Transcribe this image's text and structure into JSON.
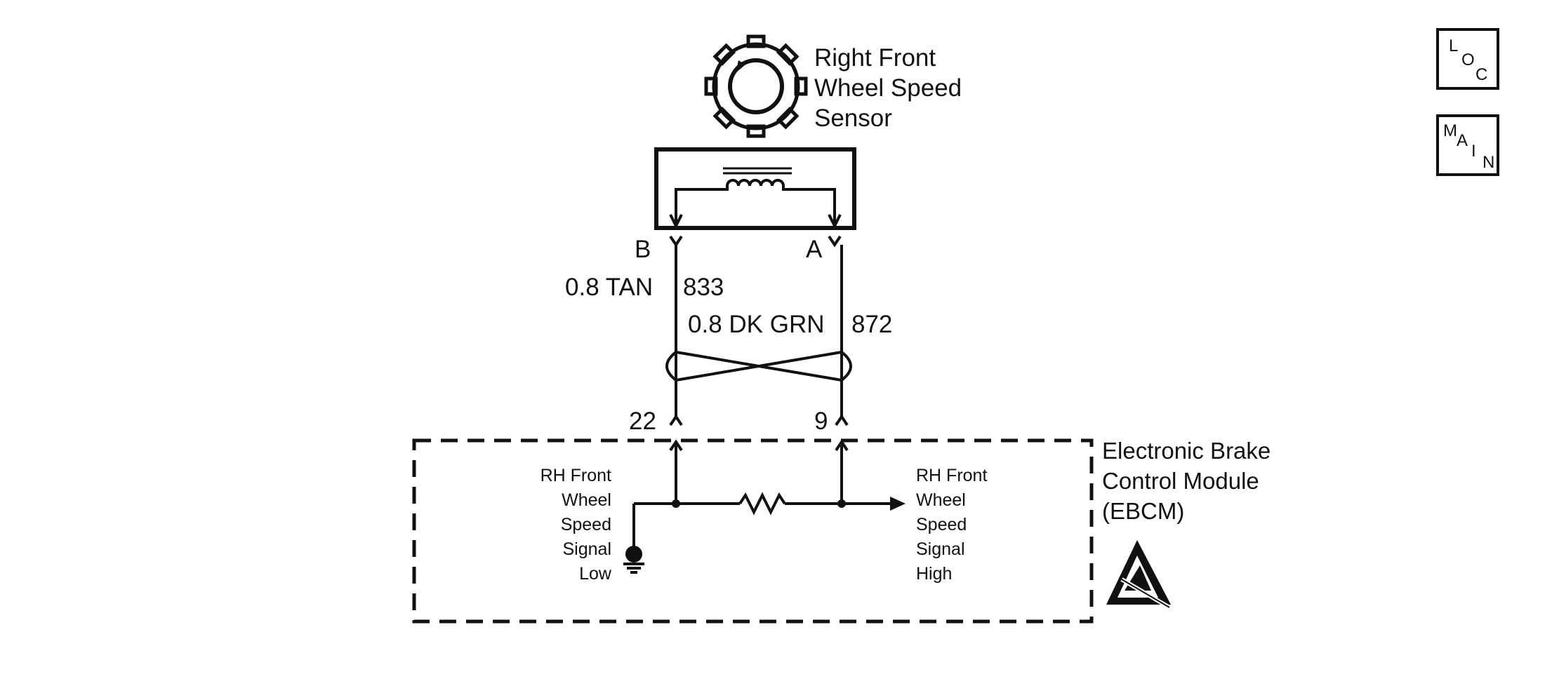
{
  "sensor": {
    "name_line1": "Right Front",
    "name_line2": "Wheel Speed",
    "name_line3": "Sensor"
  },
  "terminals": {
    "sensor_left": "B",
    "sensor_right": "A",
    "module_left": "22",
    "module_right": "9"
  },
  "wires": {
    "left_gauge_color": "0.8 TAN",
    "left_circuit": "833",
    "right_gauge_color": "0.8 DK GRN",
    "right_circuit": "872"
  },
  "module": {
    "name_line1": "Electronic Brake",
    "name_line2": "Control Module",
    "name_line3": "(EBCM)",
    "low_signal_lines": [
      "RH Front",
      "Wheel",
      "Speed",
      "Signal",
      "Low"
    ],
    "high_signal_lines": [
      "RH Front",
      "Wheel",
      "Speed",
      "Signal",
      "High"
    ]
  },
  "nav": {
    "loc_letters": [
      "L",
      "O",
      "C"
    ],
    "main_letters": [
      "M",
      "A",
      "I",
      "N"
    ]
  },
  "icons": {
    "sensor": "wheel-speed-sensor-icon",
    "esd": "esd-warning-icon",
    "ground": "ground-icon"
  },
  "colors": {
    "ink": "#111111",
    "background": "#ffffff"
  }
}
